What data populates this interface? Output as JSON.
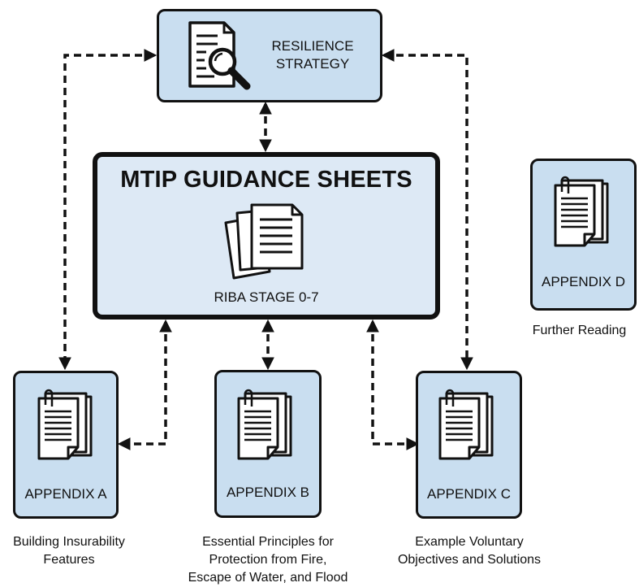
{
  "resilience": {
    "line1": "RESILIENCE",
    "line2": "STRATEGY"
  },
  "guidance": {
    "title": "MTIP GUIDANCE SHEETS",
    "stage": "RIBA STAGE 0-7"
  },
  "appendices": [
    {
      "label": "APPENDIX A",
      "caption_lines": [
        "Building Insurability",
        "Features"
      ]
    },
    {
      "label": "APPENDIX B",
      "caption_lines": [
        "Essential Principles for",
        "Protection from Fire,",
        "Escape of Water, and Flood"
      ]
    },
    {
      "label": "APPENDIX C",
      "caption_lines": [
        "Example Voluntary",
        "Objectives and Solutions"
      ]
    },
    {
      "label": "APPENDIX D",
      "caption_lines": [
        "Further Reading"
      ]
    }
  ],
  "colors": {
    "box_fill": "#c9def0",
    "main_fill": "#dde9f5",
    "stroke": "#111111"
  },
  "icons": {
    "resilience": "document-magnifier-icon",
    "guidance": "document-stack-icon",
    "appendix": "clipped-document-icon"
  }
}
